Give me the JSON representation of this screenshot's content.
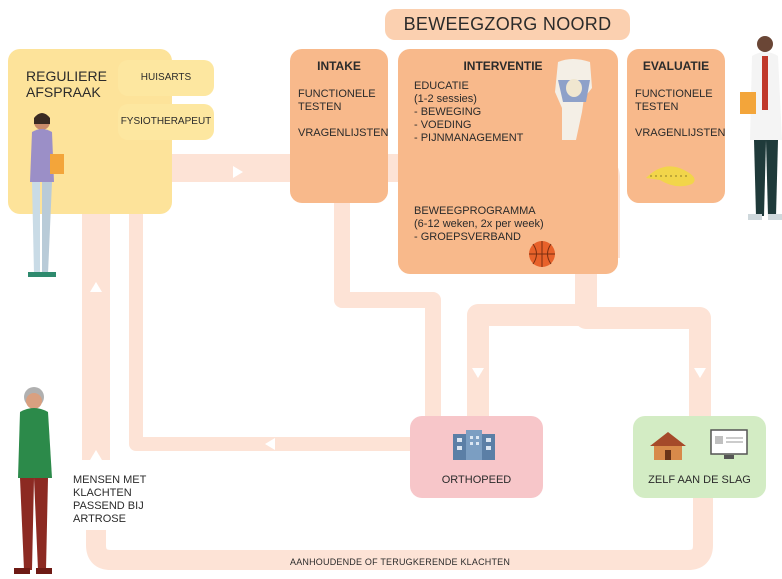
{
  "title": "BEWEEGZORG NOORD",
  "reguliere": {
    "title_line1": "REGULIERE",
    "title_line2": "AFSPRAAK",
    "huisarts": "HUISARTS",
    "fysio": "FYSIOTHERAPEUT"
  },
  "intake": {
    "header": "INTAKE",
    "line1": "FUNCTIONELE",
    "line2": "TESTEN",
    "line3": "VRAGENLIJSTEN"
  },
  "interventie": {
    "header": "INTERVENTIE",
    "edu1": "EDUCATIE",
    "edu2": "(1-2 sessies)",
    "edu3": "- BEWEGING",
    "edu4": "- VOEDING",
    "edu5": "- PIJNMANAGEMENT",
    "prog1": "BEWEEGPROGRAMMA",
    "prog2": "(6-12 weken, 2x per week)",
    "prog3": "- GROEPSVERBAND"
  },
  "evaluatie": {
    "header": "EVALUATIE",
    "line1": "FUNCTIONELE",
    "line2": "TESTEN",
    "line3": "VRAGENLIJSTEN"
  },
  "orthopeed": "ORTHOPEED",
  "zelf": "ZELF AAN DE SLAG",
  "patient": {
    "line1": "MENSEN MET",
    "line2": "KLACHTEN",
    "line3": "PASSEND BIJ",
    "line4": "ARTROSE"
  },
  "bottom_label": "AANHOUDENDE OF TERUGKERENDE KLACHTEN",
  "colors": {
    "yellow": "#fde39a",
    "orange": "#f8b98b",
    "pink": "#f7c6c9",
    "green": "#d3ecc4",
    "flow": "#fde2d4",
    "title": "#fbd0b0"
  }
}
